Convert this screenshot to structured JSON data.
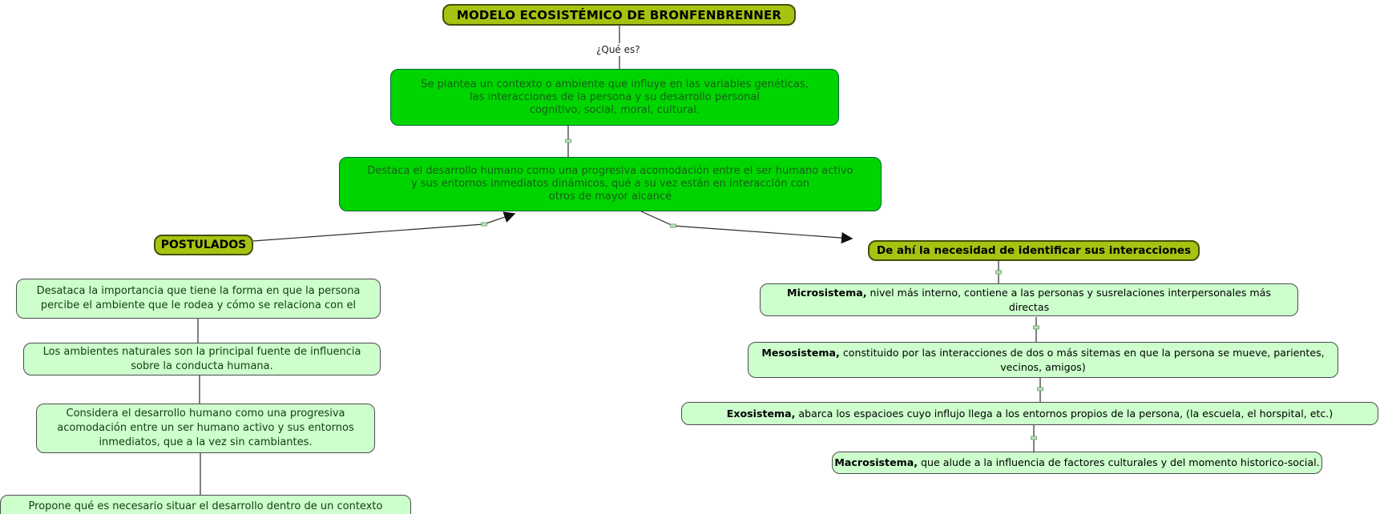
{
  "title": "MODELO ECOSISTÉMICO DE BRONFENBRENNER",
  "question_label": "¿Qué es?",
  "definition_box": {
    "lines": [
      "Se plantea un contexto o ambiente que influye en las variables genéticas,",
      "las interacciones de la persona y su desarrollo personal",
      "cognitivo, social, moral, cultural."
    ]
  },
  "development_box": {
    "lines": [
      "Destaca el desarrollo humano como una progresiva acomodación entre el ser humano activo",
      "y sus entornos inmediatos dinámicos, qué a su vez están en interacción con",
      "otros de mayor alcancé"
    ]
  },
  "left_branch": {
    "header": "POSTULADOS",
    "items": [
      "Desataca la importancia que tiene la forma en que la persona percibe el ambiente que le rodea y cómo se relaciona con el",
      "Los ambientes naturales son la principal fuente de influencia sobre la conducta humana.",
      "Considera el desarrollo humano como una progresiva acomodación entre  un ser humano activo y sus entornos inmediatos, que a la vez sin cambiantes.",
      "Propone qué es necesario situar el desarrollo dentro de un contexto"
    ]
  },
  "right_branch": {
    "header": "De ahí la necesidad de identificar sus interacciones",
    "items": [
      {
        "term": "Microsistema,",
        "text": " nivel más interno, contiene a las personas y susrelaciones interpersonales más directas"
      },
      {
        "term": "Mesosistema,",
        "text": " constituido por las interacciones de dos o más sitemas en que la persona se mueve, parientes, vecinos, amigos)"
      },
      {
        "term": "Exosistema,",
        "text": " abarca los espacioes cuyo influjo llega a los entornos propios de la persona, (la escuela, el horspital, etc.)"
      },
      {
        "term": "Macrosistema,",
        "text": " que alude a la influencia de factores culturales y del momento historico-social."
      }
    ]
  },
  "colors": {
    "header_fill": "#a5c411",
    "concept_fill": "#00d500",
    "detail_fill": "#ccffcc",
    "concept_text": "#176017",
    "line": "#2b2b2b"
  }
}
